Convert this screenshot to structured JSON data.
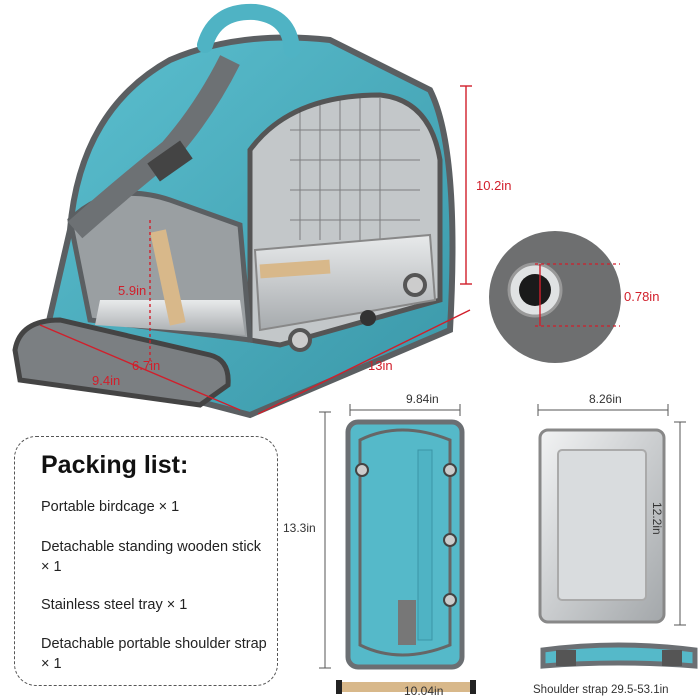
{
  "dimensions": {
    "height_main": "10.2in",
    "eyelet": "0.78in",
    "door_height": "5.9in",
    "door_width": "6.7in",
    "depth": "9.4in",
    "length": "13in",
    "panel_width": "9.84in",
    "panel_height": "13.3in",
    "tray_width": "8.26in",
    "tray_height": "12.2in",
    "stick_length": "10.04in",
    "strap": "Shoulder strap 29.5-53.1in"
  },
  "packing_list": {
    "title": "Packing list:",
    "items": [
      "Portable birdcage × 1",
      "Detachable standing wooden stick × 1",
      "Stainless steel tray × 1",
      "Detachable portable shoulder strap × 1"
    ]
  },
  "colors": {
    "fabric": "#4fb3c4",
    "fabric_dark": "#3b95a6",
    "trim": "#6b6f73",
    "steel": "#c9ccce",
    "wood": "#d8b88a",
    "dimension_red": "#d11f2b"
  }
}
